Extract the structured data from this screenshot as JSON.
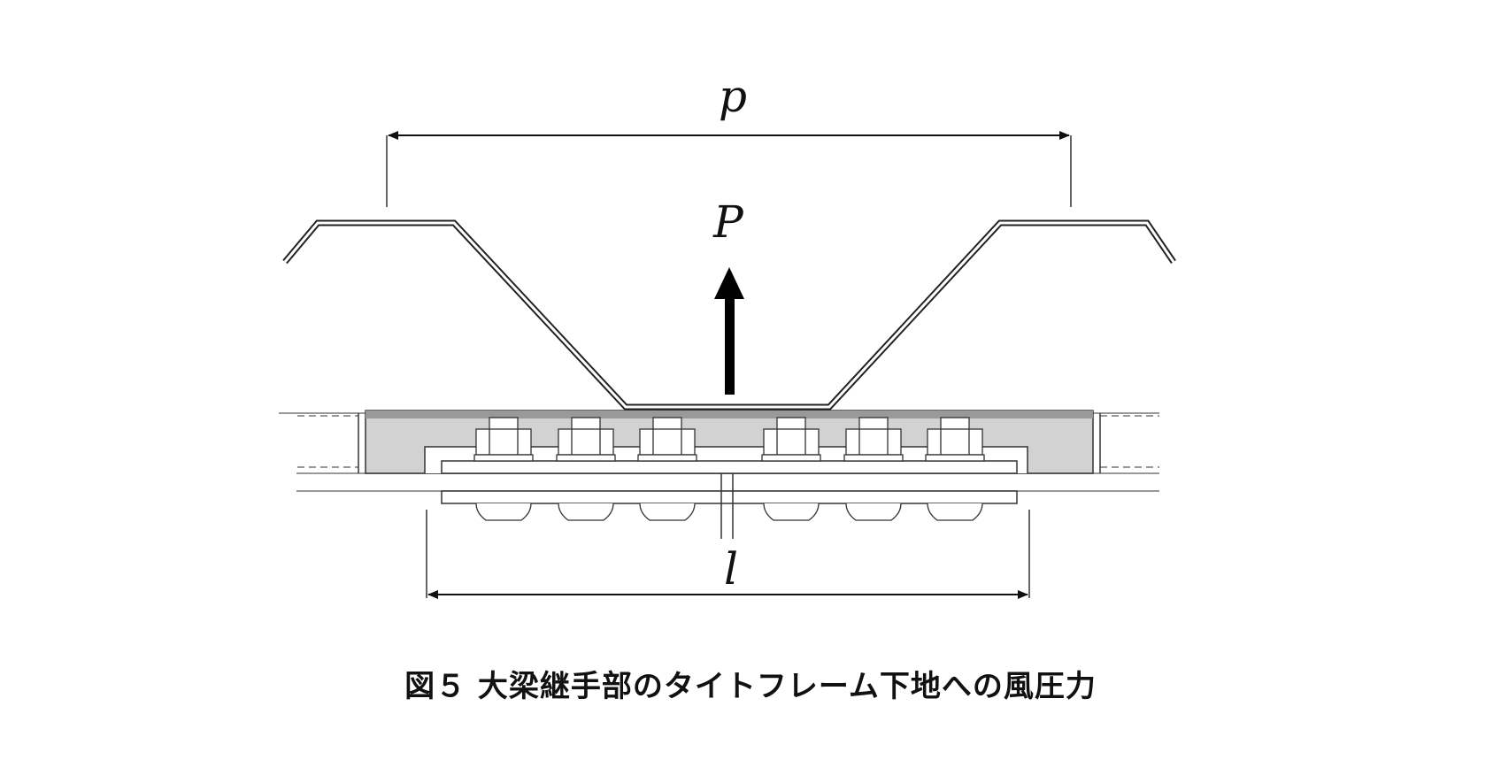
{
  "labels": {
    "pitch": "p",
    "load": "P",
    "length": "l"
  },
  "caption": "図５ 大梁継手部のタイトフレーム下地への風圧力",
  "bolt_count": 6
}
